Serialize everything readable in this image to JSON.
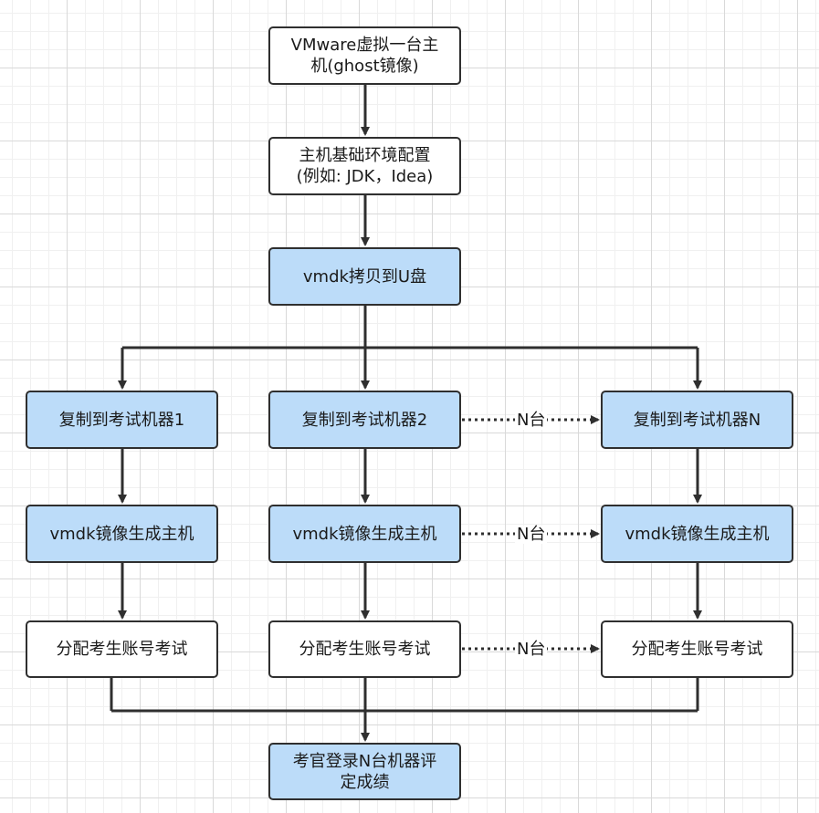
{
  "colors": {
    "blue_node": "#bcdcf9",
    "white_node": "#ffffff",
    "stroke": "#2f2f2f"
  },
  "nodes": {
    "vmware_host": "VMware虚拟一台主\n机(ghost镜像)",
    "base_env": "主机基础环境配置\n(例如: JDK，Idea)",
    "copy_usb": "vmdk拷贝到U盘",
    "copy_m1": "复制到考试机器1",
    "copy_m2": "复制到考试机器2",
    "copy_mn": "复制到考试机器N",
    "gen_host_1": "vmdk镜像生成主机",
    "gen_host_2": "vmdk镜像生成主机",
    "gen_host_n": "vmdk镜像生成主机",
    "assign_1": "分配考生账号考试",
    "assign_2": "分配考生账号考试",
    "assign_n": "分配考生账号考试",
    "grading": "考官登录N台机器评\n定成绩"
  },
  "dotted_labels": {
    "row_copy": "N台",
    "row_gen": "N台",
    "row_assign": "N台"
  }
}
